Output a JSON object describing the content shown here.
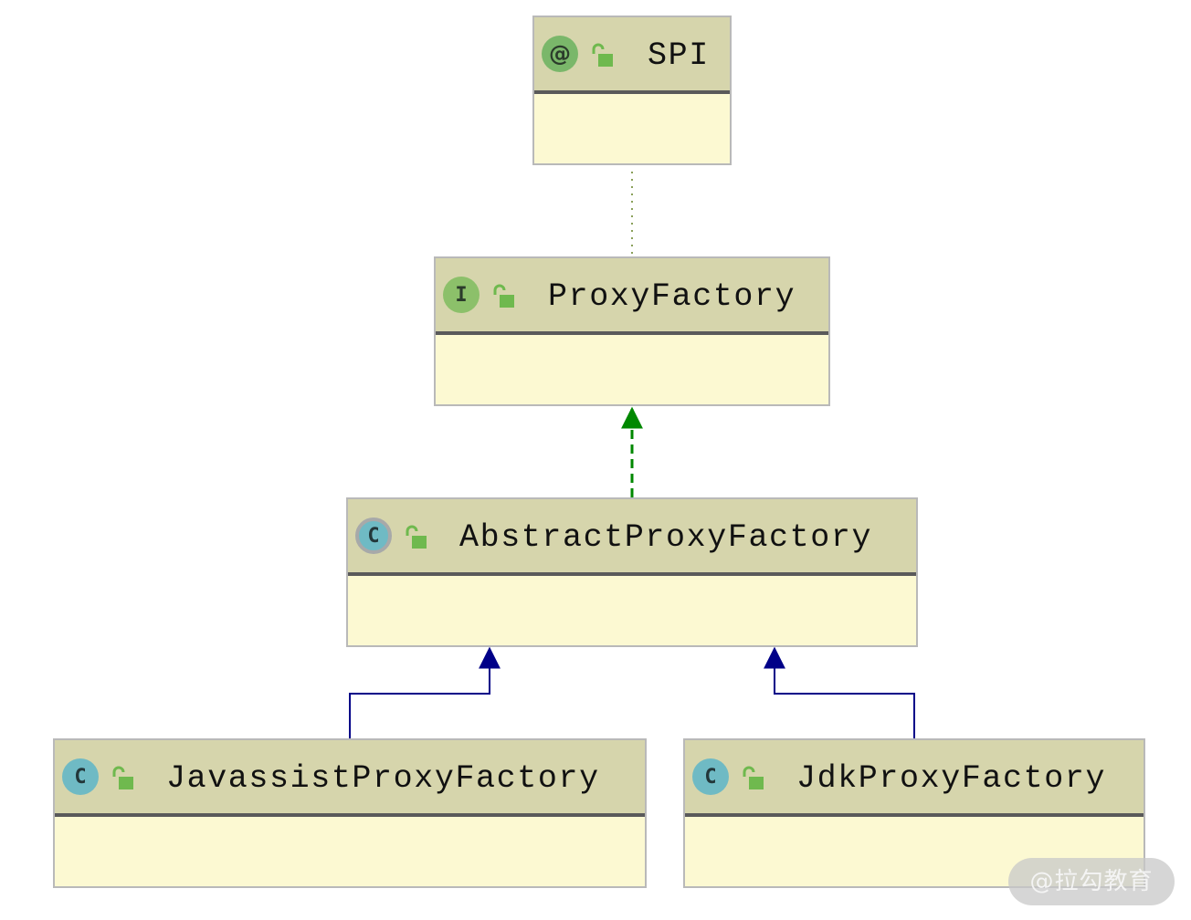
{
  "diagram": {
    "nodes": [
      {
        "id": "spi",
        "name": "SPI",
        "kind": "annotation",
        "badge": "@"
      },
      {
        "id": "proxy-factory",
        "name": "ProxyFactory",
        "kind": "interface",
        "badge": "I"
      },
      {
        "id": "abstract-proxy-factory",
        "name": "AbstractProxyFactory",
        "kind": "abstract-class",
        "badge": "C"
      },
      {
        "id": "javassist-proxy-factory",
        "name": "JavassistProxyFactory",
        "kind": "class",
        "badge": "C"
      },
      {
        "id": "jdk-proxy-factory",
        "name": "JdkProxyFactory",
        "kind": "class",
        "badge": "C"
      }
    ],
    "edges": [
      {
        "from": "spi",
        "to": "proxy-factory",
        "type": "annotation-link",
        "color": "#8aa05a",
        "style": "dotted"
      },
      {
        "from": "abstract-proxy-factory",
        "to": "proxy-factory",
        "type": "implements",
        "color": "#008800",
        "style": "dashed"
      },
      {
        "from": "javassist-proxy-factory",
        "to": "abstract-proxy-factory",
        "type": "extends",
        "color": "#000088",
        "style": "solid"
      },
      {
        "from": "jdk-proxy-factory",
        "to": "abstract-proxy-factory",
        "type": "extends",
        "color": "#000088",
        "style": "solid"
      }
    ],
    "colors": {
      "header": "#d6d5ac",
      "body": "#fcf9d2",
      "border": "#b9b9b9",
      "divider": "#5a5a5a",
      "annotation_badge": "#7ab76a",
      "interface_badge": "#8cc06a",
      "class_badge": "#6fbac4",
      "lock": "#6fb94e"
    },
    "icons": {
      "visibility": "unlocked-lock-icon"
    }
  },
  "watermark": {
    "text": "@拉勾教育"
  }
}
